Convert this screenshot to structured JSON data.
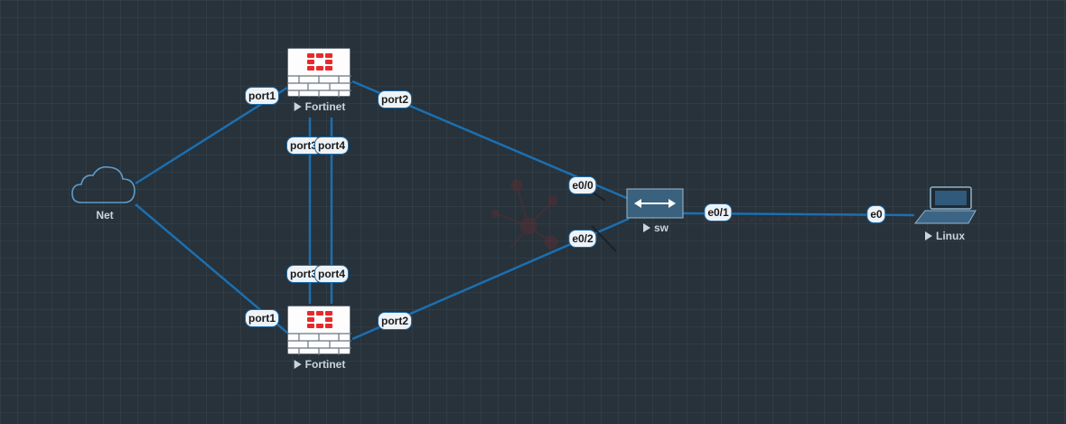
{
  "nodes": {
    "net": {
      "name": "Net",
      "icon": "cloud-icon"
    },
    "fortinet_top": {
      "name": "Fortinet",
      "icon": "firewall-icon"
    },
    "fortinet_bottom": {
      "name": "Fortinet",
      "icon": "firewall-icon"
    },
    "sw": {
      "name": "sw",
      "icon": "switch-icon"
    },
    "linux": {
      "name": "Linux",
      "icon": "laptop-icon"
    }
  },
  "ports": {
    "top_port1": "port1",
    "top_port2": "port2",
    "top_port3": "port3",
    "top_port4": "port4",
    "bottom_port1": "port1",
    "bottom_port2": "port2",
    "bottom_port3": "port3",
    "bottom_port4": "port4",
    "sw_e00": "e0/0",
    "sw_e01": "e0/1",
    "sw_e02": "e0/2",
    "linux_e0": "e0"
  },
  "colors": {
    "background": "#27323b",
    "link": "#1c6fb0",
    "fortinet_red": "#e8292c"
  }
}
